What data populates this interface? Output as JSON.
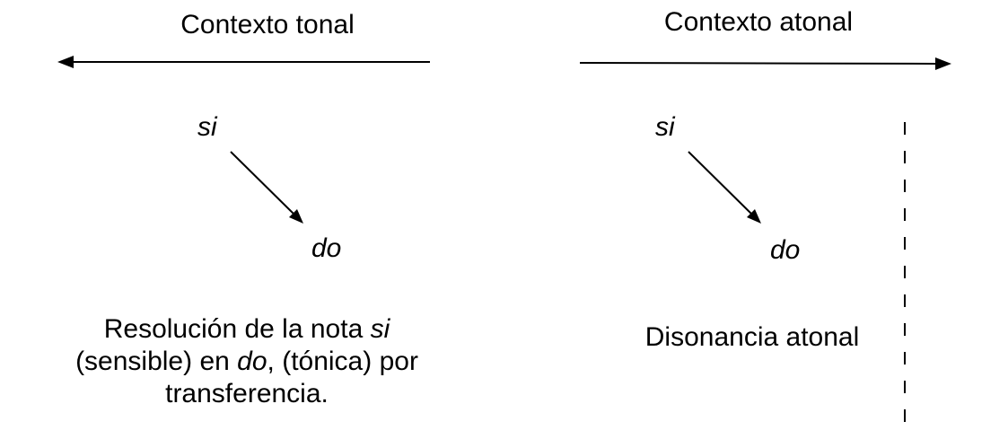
{
  "tonal": {
    "title": "Contexto tonal",
    "note_from": "si",
    "note_to": "do",
    "caption": {
      "line1_pre": "Resolución de la nota ",
      "line1_note": "si",
      "line2_pre": "(sensible) en ",
      "line2_note": "do",
      "line2_post": ", (tónica) por",
      "line3": "transferencia."
    }
  },
  "atonal": {
    "title": "Contexto atonal",
    "note_from": "si",
    "note_to": "do",
    "caption": "Disonancia atonal"
  },
  "colors": {
    "ink": "#000000",
    "background": "#ffffff"
  }
}
